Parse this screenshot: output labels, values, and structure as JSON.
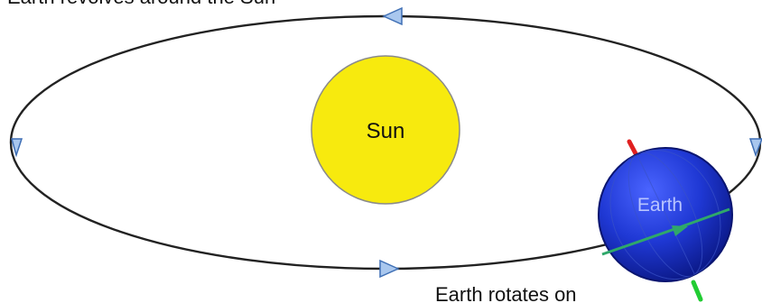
{
  "diagram": {
    "title": "Earth revolves around the Sun",
    "sun_label": "Sun",
    "earth_label": "Earth",
    "caption": "Earth rotates on",
    "colors": {
      "orbit": "#222222",
      "arrow_fill": "#a9c7ee",
      "arrow_stroke": "#3f6fb5",
      "sun_fill": "#f7ea0e",
      "sun_stroke": "#888888",
      "earth_fill": "#1f38d4",
      "earth_dark": "#0c1a8a",
      "earth_label": "#b8c4ff",
      "equator": "#2fa86a",
      "axis_top": "#e02020",
      "axis_bottom": "#22cc33"
    }
  }
}
